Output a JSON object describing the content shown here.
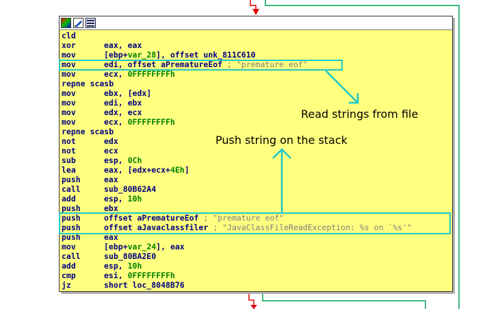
{
  "header_icons": [
    "graph-color-icon",
    "edit-node-icon",
    "node-list-icon"
  ],
  "instructions": [
    {
      "mnemonic": "cld",
      "parts": []
    },
    {
      "mnemonic": "xor",
      "parts": [
        {
          "t": "eax, eax"
        }
      ]
    },
    {
      "mnemonic": "mov",
      "parts": [
        {
          "t": "[ebp+"
        },
        {
          "t": "var_28",
          "k": "lbl"
        },
        {
          "t": "], offset unk_811C610"
        }
      ]
    },
    {
      "mnemonic": "mov",
      "parts": [
        {
          "t": "edi, offset aPrematureEof "
        },
        {
          "t": "; \"premature eof\"",
          "k": "str"
        }
      ]
    },
    {
      "mnemonic": "mov",
      "parts": [
        {
          "t": "ecx, "
        },
        {
          "t": "0FFFFFFFFh",
          "k": "num"
        }
      ]
    },
    {
      "mnemonic": "repne scasb",
      "parts": []
    },
    {
      "mnemonic": "mov",
      "parts": [
        {
          "t": "ebx, [edx]"
        }
      ]
    },
    {
      "mnemonic": "mov",
      "parts": [
        {
          "t": "edi, ebx"
        }
      ]
    },
    {
      "mnemonic": "mov",
      "parts": [
        {
          "t": "edx, ecx"
        }
      ]
    },
    {
      "mnemonic": "mov",
      "parts": [
        {
          "t": "ecx, "
        },
        {
          "t": "0FFFFFFFFh",
          "k": "num"
        }
      ]
    },
    {
      "mnemonic": "repne scasb",
      "parts": []
    },
    {
      "mnemonic": "not",
      "parts": [
        {
          "t": "edx"
        }
      ]
    },
    {
      "mnemonic": "not",
      "parts": [
        {
          "t": "ecx"
        }
      ]
    },
    {
      "mnemonic": "sub",
      "parts": [
        {
          "t": "esp, "
        },
        {
          "t": "0Ch",
          "k": "num"
        }
      ]
    },
    {
      "mnemonic": "lea",
      "parts": [
        {
          "t": "eax, [edx+ecx+"
        },
        {
          "t": "4Eh",
          "k": "num"
        },
        {
          "t": "]"
        }
      ]
    },
    {
      "mnemonic": "push",
      "parts": [
        {
          "t": "eax"
        }
      ]
    },
    {
      "mnemonic": "call",
      "parts": [
        {
          "t": "sub_80B62A4"
        }
      ]
    },
    {
      "mnemonic": "add",
      "parts": [
        {
          "t": "esp, "
        },
        {
          "t": "10h",
          "k": "num"
        }
      ]
    },
    {
      "mnemonic": "push",
      "parts": [
        {
          "t": "ebx"
        }
      ]
    },
    {
      "mnemonic": "push",
      "parts": [
        {
          "t": "offset aPrematureEof "
        },
        {
          "t": "; \"premature eof\"",
          "k": "str"
        }
      ]
    },
    {
      "mnemonic": "push",
      "parts": [
        {
          "t": "offset aJavaclassfiler "
        },
        {
          "t": "; \"JavaClassFileReadException: %s on `%s'\"",
          "k": "str"
        }
      ]
    },
    {
      "mnemonic": "push",
      "parts": [
        {
          "t": "eax"
        }
      ]
    },
    {
      "mnemonic": "mov",
      "parts": [
        {
          "t": "[ebp+"
        },
        {
          "t": "var_24",
          "k": "lbl"
        },
        {
          "t": "], eax"
        }
      ]
    },
    {
      "mnemonic": "call",
      "parts": [
        {
          "t": "sub_80BA2E0"
        }
      ]
    },
    {
      "mnemonic": "add",
      "parts": [
        {
          "t": "esp, "
        },
        {
          "t": "10h",
          "k": "num"
        }
      ]
    },
    {
      "mnemonic": "cmp",
      "parts": [
        {
          "t": "esi, "
        },
        {
          "t": "0FFFFFFFFh",
          "k": "num"
        }
      ]
    },
    {
      "mnemonic": "jz",
      "parts": [
        {
          "t": "short loc_8048B76"
        }
      ]
    }
  ],
  "annotations": {
    "read_strings": "Read strings from file",
    "push_string": "Push string on the stack"
  },
  "colors": {
    "node_bg": "#ffff80",
    "highlight": "#1ec8c8",
    "edge_red": "#e00000",
    "edge_green": "#00a050"
  }
}
